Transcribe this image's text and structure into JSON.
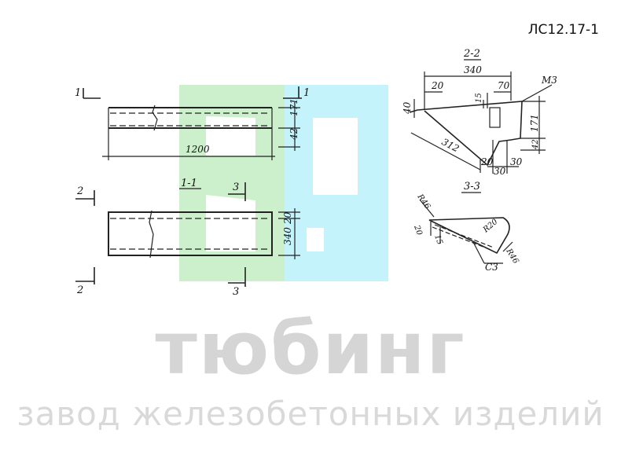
{
  "document_code": "ЛС12.17-1",
  "brand": {
    "name": "тюбинг",
    "tagline": "завод железобетонных изделий",
    "colors": {
      "green": "#ccefcc",
      "cyan": "#c5f3fb",
      "text": "#d5d5d5"
    }
  },
  "drawing": {
    "plan_view": {
      "length": "1200",
      "dim_171": "171",
      "dim_42": "42",
      "cut_mark": "1"
    },
    "elevation_view": {
      "title": "1-1",
      "dim_20": "20",
      "dim_340": "340",
      "cut_left": "2",
      "cut_bottom": "3"
    },
    "section_2_2": {
      "title": "2-2",
      "dim_340": "340",
      "dim_20": "20",
      "dim_70": "70",
      "dim_15": "15",
      "dim_40": "40",
      "dim_171": "171",
      "dim_42": "42",
      "dim_312": "312",
      "dim_20b": "20",
      "dim_30a": "30",
      "dim_30b": "30",
      "label_m3": "M3"
    },
    "section_3_3": {
      "title": "3-3",
      "r46a": "R46",
      "r20": "R20",
      "r46b": "R46",
      "dim_20": "20",
      "dim_15": "15",
      "label_c3": "C3"
    }
  }
}
